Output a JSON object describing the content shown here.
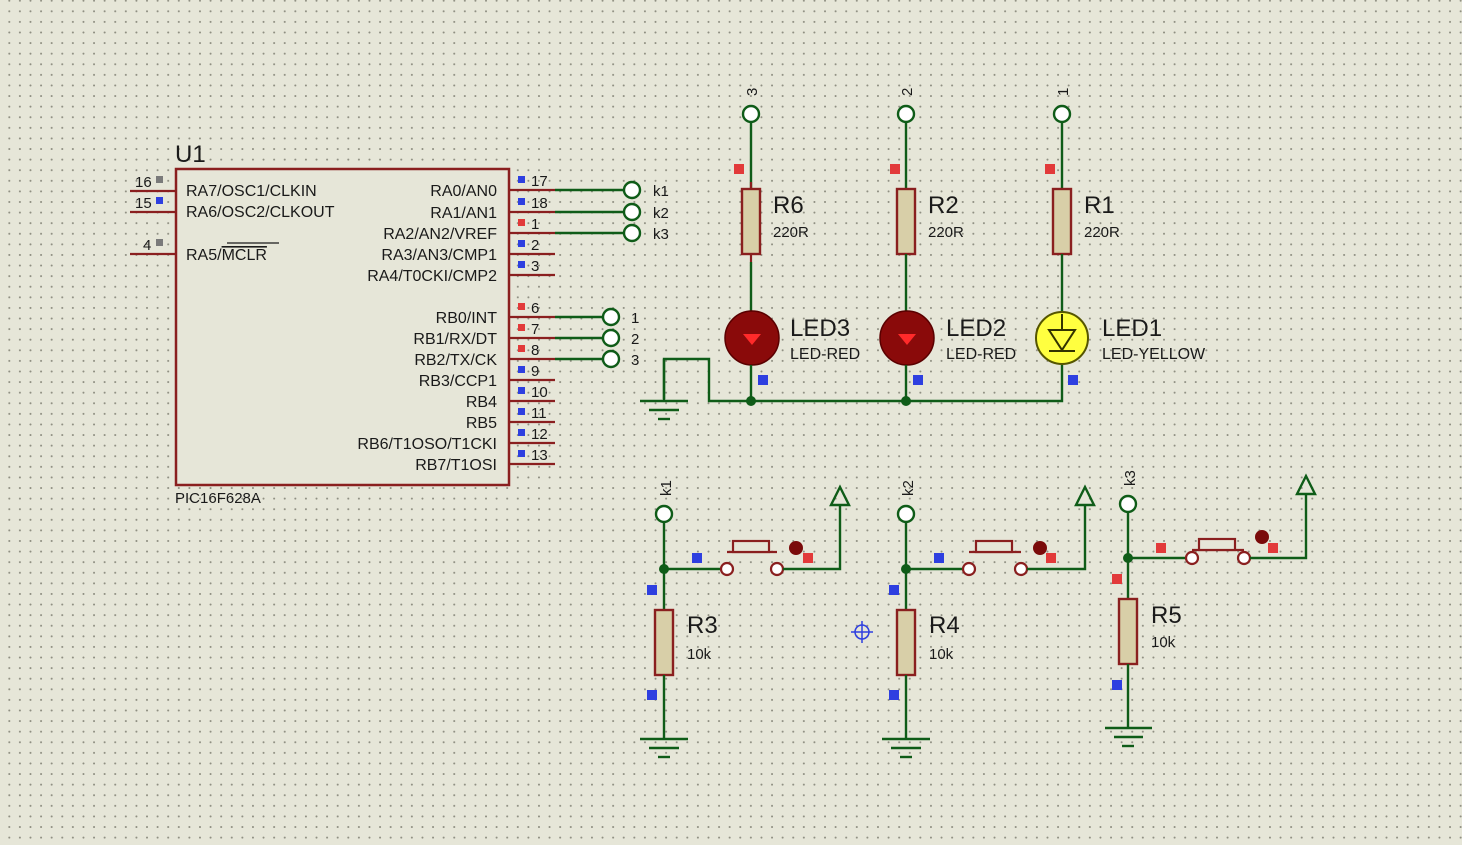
{
  "mcu": {
    "ref": "U1",
    "part": "PIC16F628A",
    "left_pins": [
      {
        "num": "16",
        "name": "RA7/OSC1/CLKIN",
        "tag": "gray"
      },
      {
        "num": "15",
        "name": "RA6/OSC2/CLKOUT",
        "tag": "blue"
      },
      {
        "num": "4",
        "name_plain": "RA5/",
        "name_overline": "MCLR",
        "tag": "gray"
      }
    ],
    "right_pins": [
      {
        "num": "17",
        "name": "RA0/AN0",
        "tag": "blue"
      },
      {
        "num": "18",
        "name": "RA1/AN1",
        "tag": "blue"
      },
      {
        "num": "1",
        "name": "RA2/AN2/VREF",
        "tag": "red"
      },
      {
        "num": "2",
        "name": "RA3/AN3/CMP1",
        "tag": "blue"
      },
      {
        "num": "3",
        "name": "RA4/T0CKI/CMP2",
        "tag": "blue"
      },
      {
        "num": "6",
        "name": "RB0/INT",
        "tag": "red"
      },
      {
        "num": "7",
        "name": "RB1/RX/DT",
        "tag": "red"
      },
      {
        "num": "8",
        "name": "RB2/TX/CK",
        "tag": "red"
      },
      {
        "num": "9",
        "name": "RB3/CCP1",
        "tag": "blue"
      },
      {
        "num": "10",
        "name": "RB4",
        "tag": "blue"
      },
      {
        "num": "11",
        "name": "RB5",
        "tag": "blue"
      },
      {
        "num": "12",
        "name": "RB6/T1OSO/T1CKI",
        "tag": "blue"
      },
      {
        "num": "13",
        "name": "RB7/T1OSI",
        "tag": "blue"
      }
    ]
  },
  "mcu_terminals": {
    "ra": [
      "k1",
      "k2",
      "k3"
    ],
    "rb": [
      "1",
      "2",
      "3"
    ]
  },
  "led_branches": [
    {
      "terminal": "3",
      "res_ref": "R6",
      "res_val": "220R",
      "led_ref": "LED3",
      "led_val": "LED-RED"
    },
    {
      "terminal": "2",
      "res_ref": "R2",
      "res_val": "220R",
      "led_ref": "LED2",
      "led_val": "LED-RED"
    },
    {
      "terminal": "1",
      "res_ref": "R1",
      "res_val": "220R",
      "led_ref": "LED1",
      "led_val": "LED-YELLOW"
    }
  ],
  "switch_branches": [
    {
      "terminal": "k1",
      "res_ref": "R3",
      "res_val": "10k"
    },
    {
      "terminal": "k2",
      "res_ref": "R4",
      "res_val": "10k"
    },
    {
      "terminal": "k3",
      "res_ref": "R5",
      "res_val": "10k"
    }
  ],
  "colors": {
    "background": "#e6e6d8",
    "component_outline": "#8a1f1f",
    "wire": "#0f5c18",
    "pin_marker_red": "#e23a3a",
    "pin_marker_blue": "#2e3fe0",
    "led_red": "#8a0a0a",
    "led_yellow": "#ffff40"
  }
}
